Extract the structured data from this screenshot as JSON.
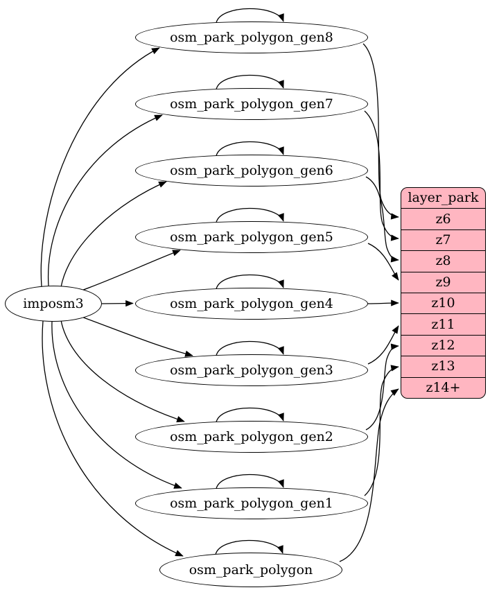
{
  "diagram": {
    "source_node": {
      "label": "imposm3"
    },
    "table_nodes": [
      {
        "label": "osm_park_polygon_gen8"
      },
      {
        "label": "osm_park_polygon_gen7"
      },
      {
        "label": "osm_park_polygon_gen6"
      },
      {
        "label": "osm_park_polygon_gen5"
      },
      {
        "label": "osm_park_polygon_gen4"
      },
      {
        "label": "osm_park_polygon_gen3"
      },
      {
        "label": "osm_park_polygon_gen2"
      },
      {
        "label": "osm_park_polygon_gen1"
      },
      {
        "label": "osm_park_polygon"
      }
    ],
    "layer_node": {
      "title": "layer_park",
      "rows": [
        "z6",
        "z7",
        "z8",
        "z9",
        "z10",
        "z11",
        "z12",
        "z13",
        "z14+"
      ]
    },
    "colors": {
      "layer_fill": "#ffb6c1",
      "table_fill": "#ffffff",
      "stroke": "#000000",
      "background": "#ffffff"
    },
    "edges": {
      "from_source": [
        "osm_park_polygon_gen8",
        "osm_park_polygon_gen7",
        "osm_park_polygon_gen6",
        "osm_park_polygon_gen5",
        "osm_park_polygon_gen4",
        "osm_park_polygon_gen3",
        "osm_park_polygon_gen2",
        "osm_park_polygon_gen1",
        "osm_park_polygon"
      ],
      "self_loops": [
        "osm_park_polygon_gen8",
        "osm_park_polygon_gen7",
        "osm_park_polygon_gen6",
        "osm_park_polygon_gen5",
        "osm_park_polygon_gen4",
        "osm_park_polygon_gen3",
        "osm_park_polygon_gen2",
        "osm_park_polygon_gen1",
        "osm_park_polygon"
      ],
      "to_layer": [
        {
          "table": "osm_park_polygon_gen8",
          "row": "z6"
        },
        {
          "table": "osm_park_polygon_gen7",
          "row": "z7"
        },
        {
          "table": "osm_park_polygon_gen6",
          "row": "z8"
        },
        {
          "table": "osm_park_polygon_gen5",
          "row": "z9"
        },
        {
          "table": "osm_park_polygon_gen4",
          "row": "z10"
        },
        {
          "table": "osm_park_polygon_gen3",
          "row": "z11"
        },
        {
          "table": "osm_park_polygon_gen2",
          "row": "z12"
        },
        {
          "table": "osm_park_polygon_gen1",
          "row": "z13"
        },
        {
          "table": "osm_park_polygon",
          "row": "z14+"
        }
      ]
    }
  }
}
